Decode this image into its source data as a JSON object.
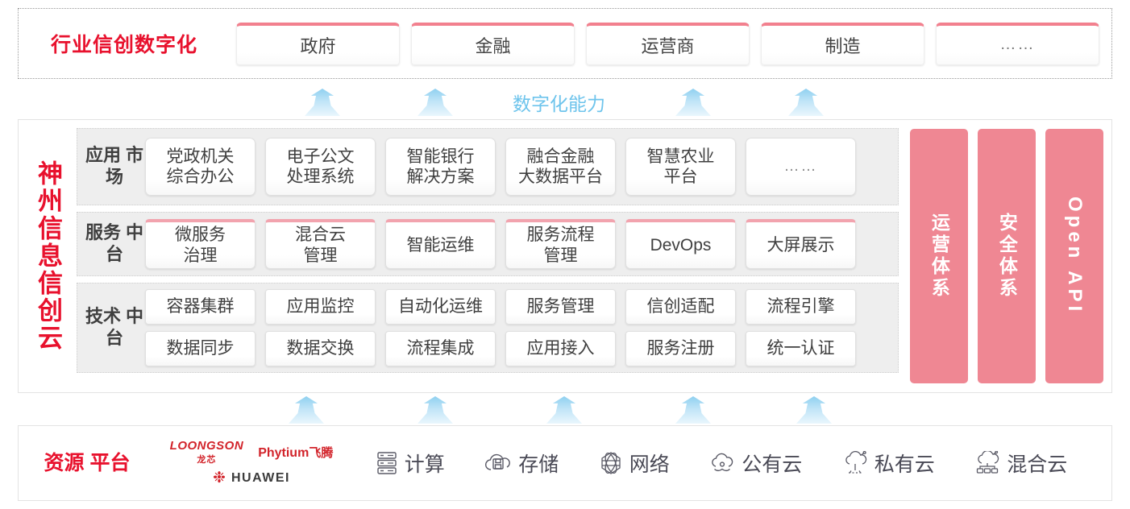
{
  "industry": {
    "title": "行业信创数字化",
    "boxes": [
      {
        "label": "政府"
      },
      {
        "label": "金融"
      },
      {
        "label": "运营商"
      },
      {
        "label": "制造"
      },
      {
        "label": "……"
      }
    ]
  },
  "capability": {
    "label": "数字化能力",
    "color": "#6ec4ec",
    "arrow_count_top": 4,
    "arrow_count_bottom": 5
  },
  "platform": {
    "brand": "神州信息信创云",
    "brand_color": "#e8112d",
    "rows": [
      {
        "label": "应用\n市场",
        "key": "app-market",
        "cells": [
          "党政机关\n综合办公",
          "电子公文\n处理系统",
          "智能银行\n解决方案",
          "融合金融\n大数据平台",
          "智慧农业\n平台",
          "……"
        ]
      },
      {
        "label": "服务\n中台",
        "key": "service-middle-platform",
        "cells": [
          "微服务\n治理",
          "混合云\n管理",
          "智能运维",
          "服务流程\n管理",
          "DevOps",
          "大屏展示"
        ]
      },
      {
        "label": "技术\n中台",
        "key": "tech-middle-platform",
        "cells_line1": [
          "容器集群",
          "应用监控",
          "自动化运维",
          "服务管理",
          "信创适配",
          "流程引擎"
        ],
        "cells_line2": [
          "数据同步",
          "数据交换",
          "流程集成",
          "应用接入",
          "服务注册",
          "统一认证"
        ]
      }
    ],
    "sidebars": [
      {
        "label": "运营体系",
        "script": "cjk"
      },
      {
        "label": "安全体系",
        "script": "cjk"
      },
      {
        "label": "Open API",
        "script": "latin"
      }
    ],
    "sidebar_color": "#ef8793"
  },
  "resource": {
    "title": "资源\n平台",
    "title_color": "#e8112d",
    "logos": [
      {
        "name": "loongson",
        "en": "LOONGSON",
        "cn": "龙芯"
      },
      {
        "name": "phytium",
        "en": "Phytium",
        "cn": "飞腾"
      },
      {
        "name": "huawei",
        "en": "HUAWEI",
        "cn": ""
      }
    ],
    "items": [
      {
        "label": "计算",
        "icon": "server-icon"
      },
      {
        "label": "存储",
        "icon": "cloud-storage-icon"
      },
      {
        "label": "网络",
        "icon": "network-icon"
      },
      {
        "label": "公有云",
        "icon": "public-cloud-icon"
      },
      {
        "label": "私有云",
        "icon": "private-cloud-icon"
      },
      {
        "label": "混合云",
        "icon": "hybrid-cloud-icon"
      }
    ]
  }
}
